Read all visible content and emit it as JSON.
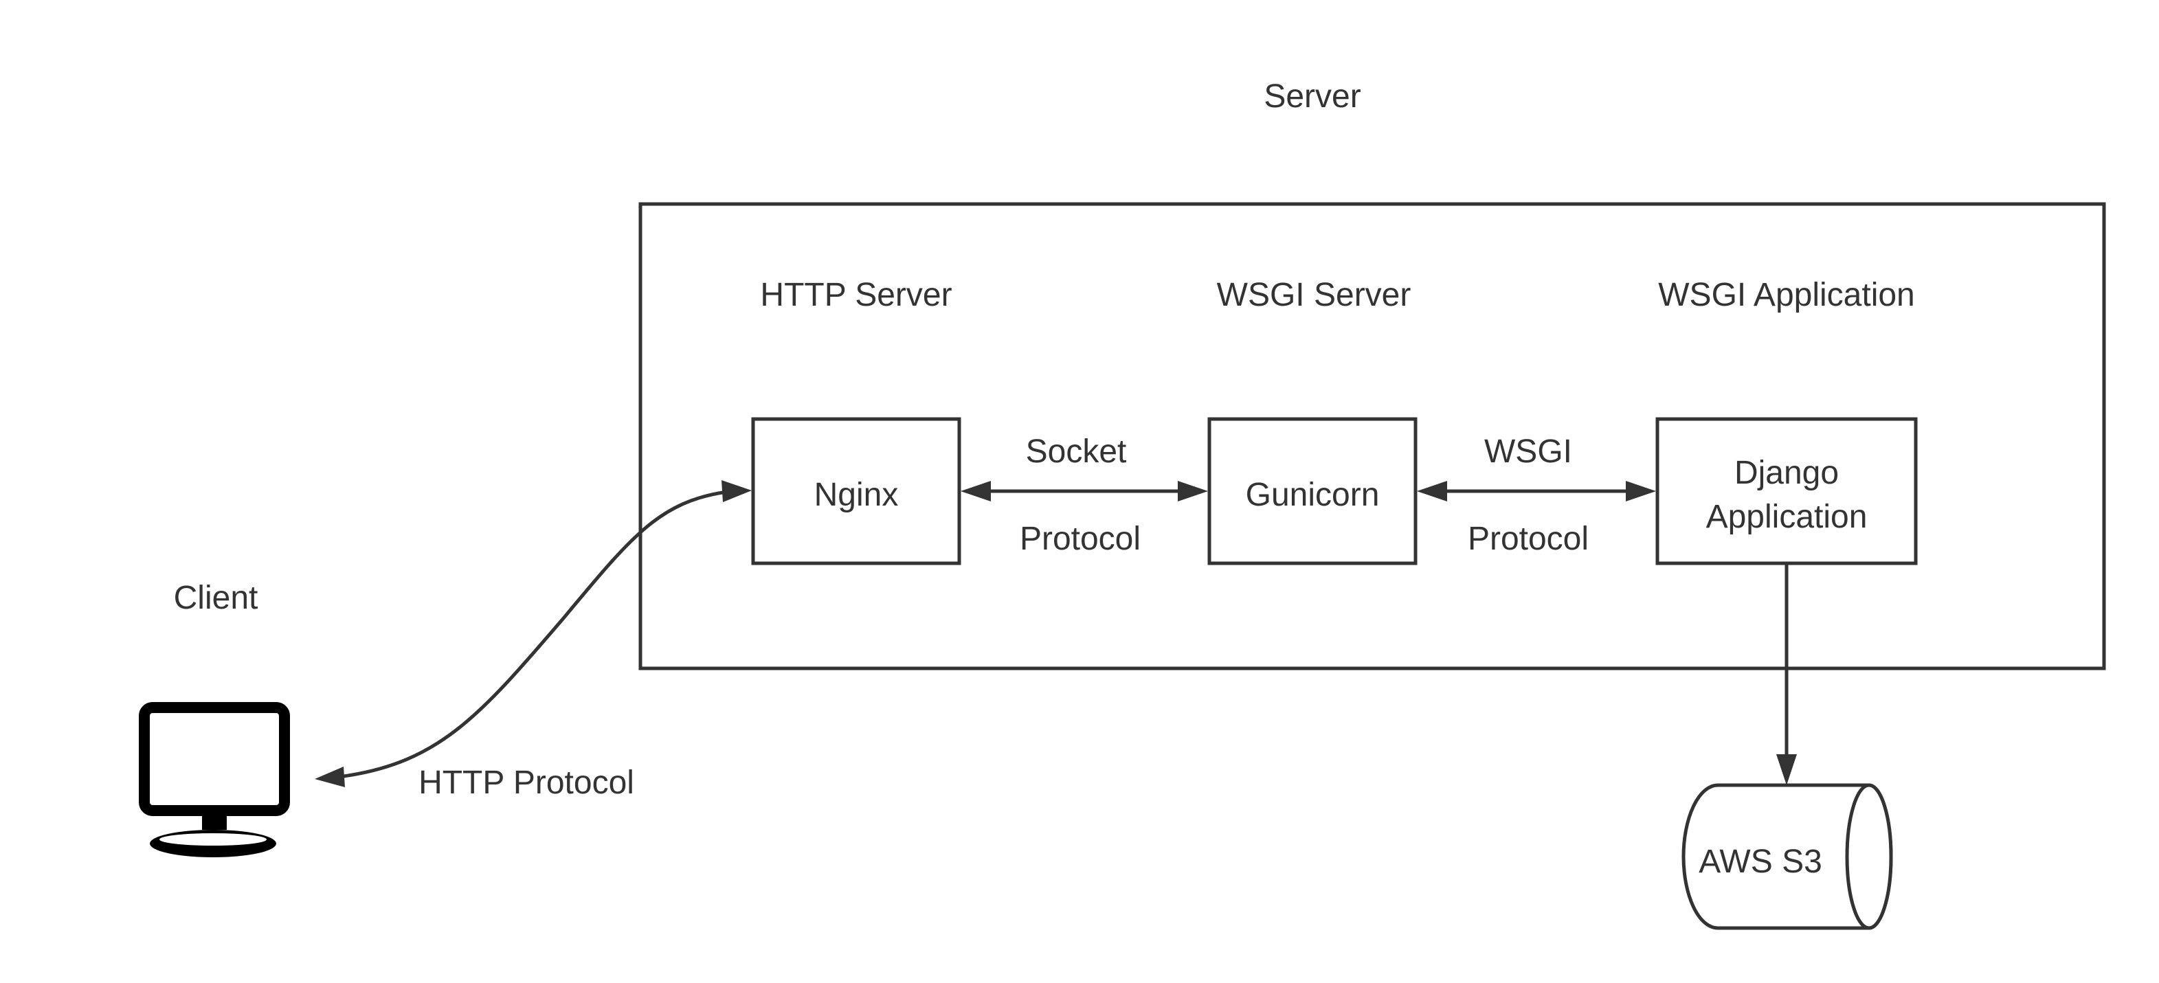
{
  "labels": {
    "server": "Server",
    "http_server": "HTTP Server",
    "wsgi_server": "WSGI Server",
    "wsgi_application": "WSGI Application",
    "client": "Client",
    "http_protocol": "HTTP Protocol"
  },
  "nodes": {
    "nginx": "Nginx",
    "gunicorn": "Gunicorn",
    "django_line1": "Django",
    "django_line2": "Application",
    "aws_s3": "AWS S3"
  },
  "edges": {
    "socket_top": "Socket",
    "socket_bottom": "Protocol",
    "wsgi_top": "WSGI",
    "wsgi_bottom": "Protocol"
  },
  "colors": {
    "stroke": "#333333",
    "background": "#ffffff"
  },
  "icons": [
    "monitor-icon"
  ]
}
